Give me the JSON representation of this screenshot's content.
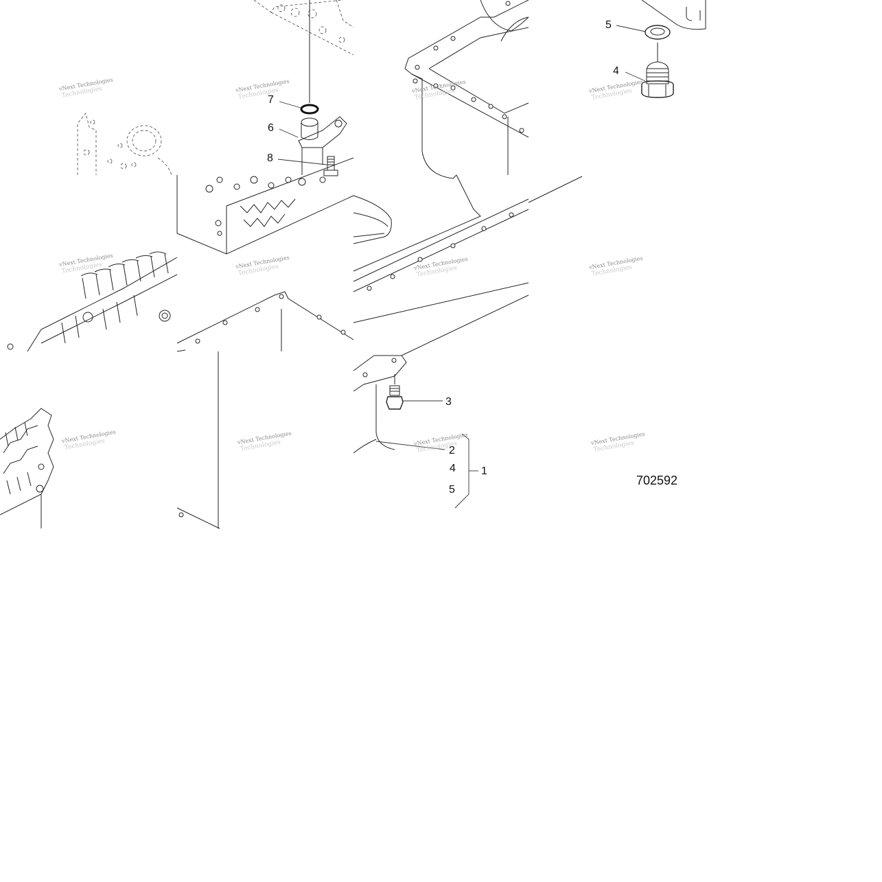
{
  "figure_id": "702592",
  "watermark": {
    "line1": "vNext Technologies",
    "line2": "Technologies"
  },
  "callouts": [
    {
      "id": "c1",
      "label": "1"
    },
    {
      "id": "c2",
      "label": "2"
    },
    {
      "id": "c3",
      "label": "3"
    },
    {
      "id": "c4a",
      "label": "4"
    },
    {
      "id": "c4b",
      "label": "4"
    },
    {
      "id": "c5a",
      "label": "5"
    },
    {
      "id": "c5b",
      "label": "5"
    },
    {
      "id": "c6",
      "label": "6"
    },
    {
      "id": "c7",
      "label": "7"
    },
    {
      "id": "c8",
      "label": "8"
    }
  ]
}
